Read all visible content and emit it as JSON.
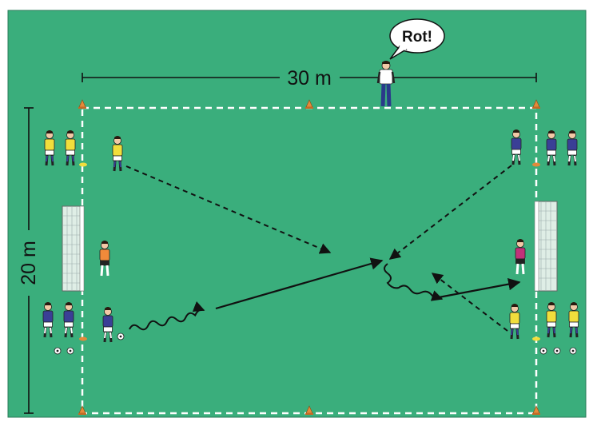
{
  "diagram": {
    "width_label": "30 m",
    "height_label": "20 m",
    "coach_call": "Rot!"
  },
  "colors": {
    "field": "#3aae7c",
    "lines": "#ffffff",
    "team_blue_shirt": "#3a3f96",
    "team_yellow_shirt": "#f1de3c",
    "keeper_orange": "#f08a3a",
    "keeper_magenta": "#c0327a",
    "cone": "#e48a3a",
    "arrow": "#111111"
  }
}
